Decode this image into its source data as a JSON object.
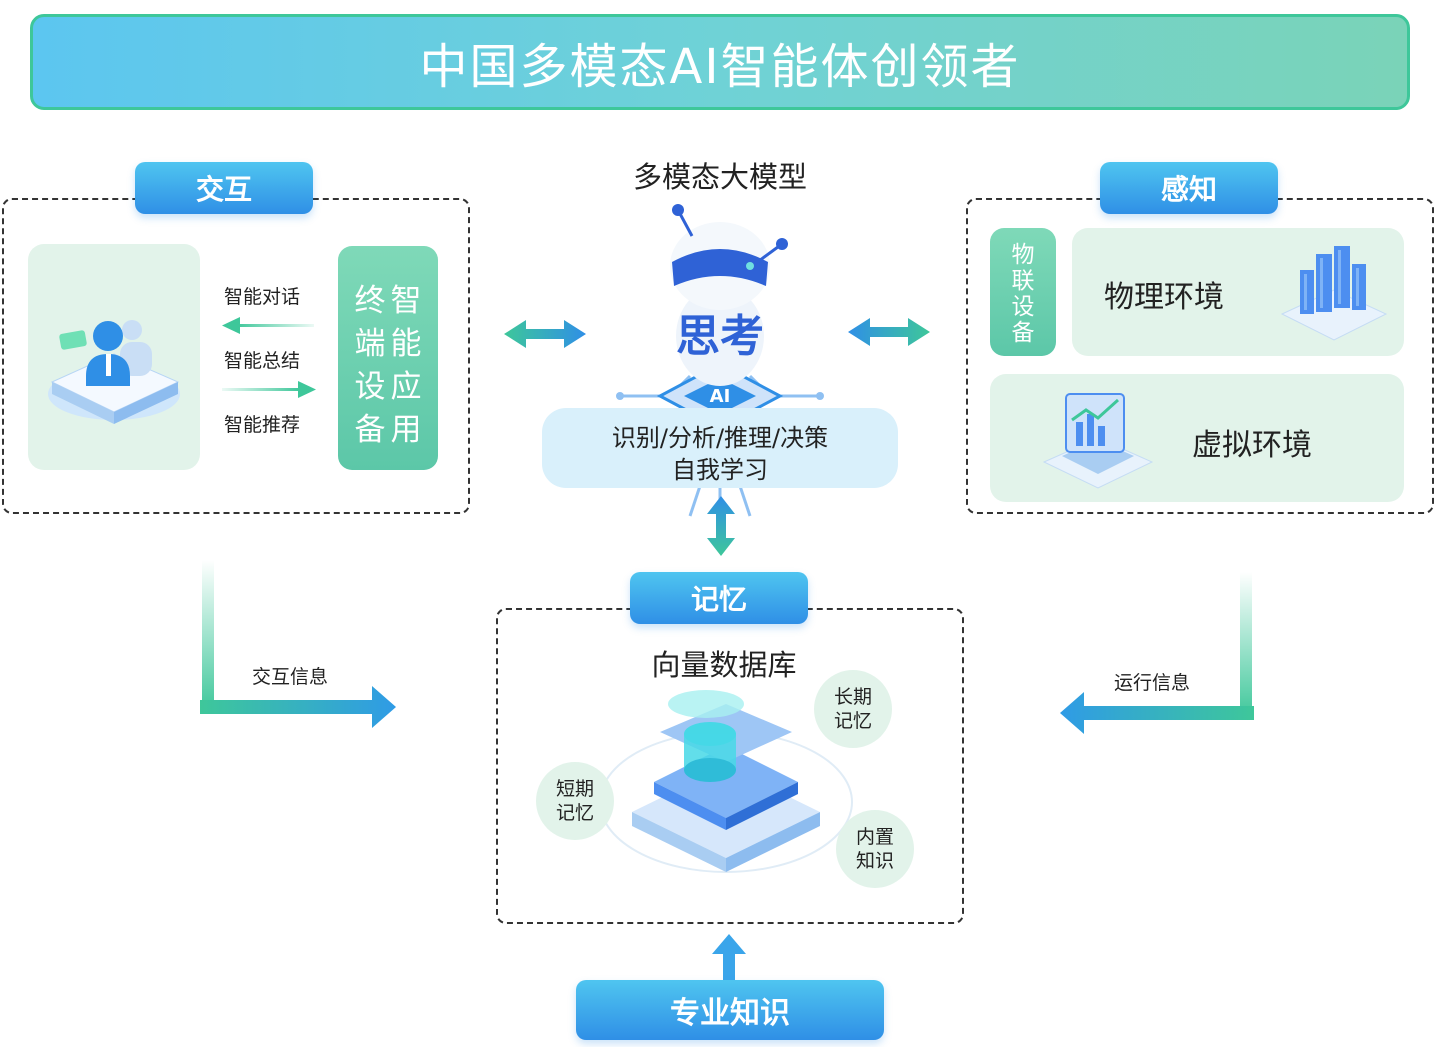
{
  "title": "中国多模态AI智能体创领者",
  "interaction": {
    "tab": "交互",
    "arrows": [
      "智能对话",
      "智能总结",
      "智能推荐"
    ],
    "device_col1": [
      "终",
      "端",
      "设",
      "备"
    ],
    "device_col2": [
      "智",
      "能",
      "应",
      "用"
    ]
  },
  "model": {
    "title": "多模态大模型",
    "robot_text": "思考",
    "chip_text": "AI",
    "capability_line1": "识别/分析/推理/决策",
    "capability_line2": "自我学习"
  },
  "perception": {
    "tab": "感知",
    "iot": [
      "物",
      "联",
      "设",
      "备"
    ],
    "physical": "物理环境",
    "virtual": "虚拟环境"
  },
  "memory": {
    "tab": "记忆",
    "db": "向量数据库",
    "long_term": [
      "长期",
      "记忆"
    ],
    "short_term": [
      "短期",
      "记忆"
    ],
    "builtin": [
      "内置",
      "知识"
    ]
  },
  "flows": {
    "interaction_info": "交互信息",
    "runtime_info": "运行信息"
  },
  "knowledge": "专业知识",
  "colors": {
    "green": "#3ec79a",
    "blue": "#2f8fe6",
    "panel": "#e2f3ea"
  }
}
